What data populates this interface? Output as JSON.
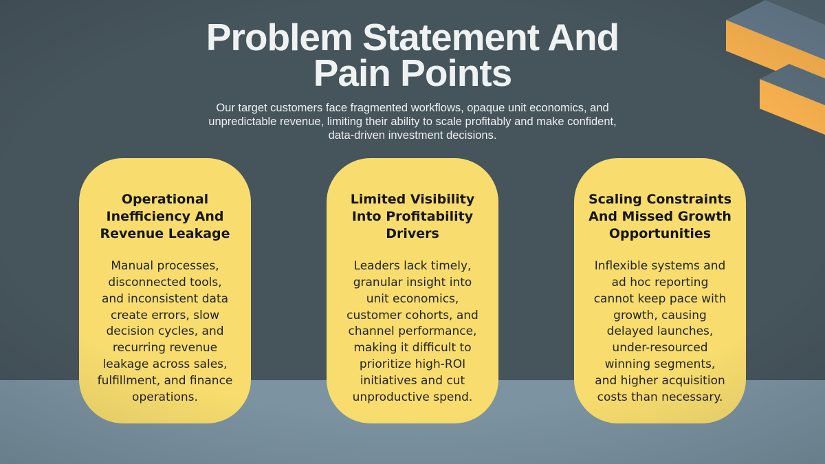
{
  "slide": {
    "title": "Problem Statement And\nPain Points",
    "subtitle": "Our target customers face fragmented workflows, opaque unit economics, and\nunpredictable revenue, limiting their ability to scale profitably and make confident,\ndata-driven investment decisions.",
    "cards": [
      {
        "heading": "Operational\nInefficiency And\nRevenue Leakage",
        "body": "Manual processes,\ndisconnected tools,\nand inconsistent data\ncreate errors, slow\ndecision cycles, and\nrecurring revenue\nleakage across sales,\nfulfillment, and finance\noperations."
      },
      {
        "heading": "Limited Visibility\nInto Profitability\nDrivers",
        "body": "Leaders lack timely,\ngranular insight into\nunit economics,\ncustomer cohorts, and\nchannel performance,\nmaking it difficult to\nprioritize high-ROI\ninitiatives and cut\nunproductive spend."
      },
      {
        "heading": "Scaling Constraints\nAnd Missed Growth\nOpportunities",
        "body": "Inflexible systems and\nad hoc reporting\ncannot keep pace with\ngrowth, causing\ndelayed launches,\nunder-resourced\nwinning segments,\nand higher acquisition\ncosts than necessary."
      }
    ],
    "decoration": {
      "kind": "isometric-double-ribbon",
      "colors": {
        "orange": "#F7B04E",
        "top_face_light": "#64798A",
        "top_face_dark": "#54656F",
        "top_face_sliver": "#5A6E7A"
      }
    },
    "colors": {
      "background": "#46545C",
      "floor_band": "#7C93A1",
      "card_fill": "#F8DD6E",
      "title_text": "#EFF2F3",
      "card_heading_text": "#161616",
      "card_body_text": "#232323"
    }
  }
}
